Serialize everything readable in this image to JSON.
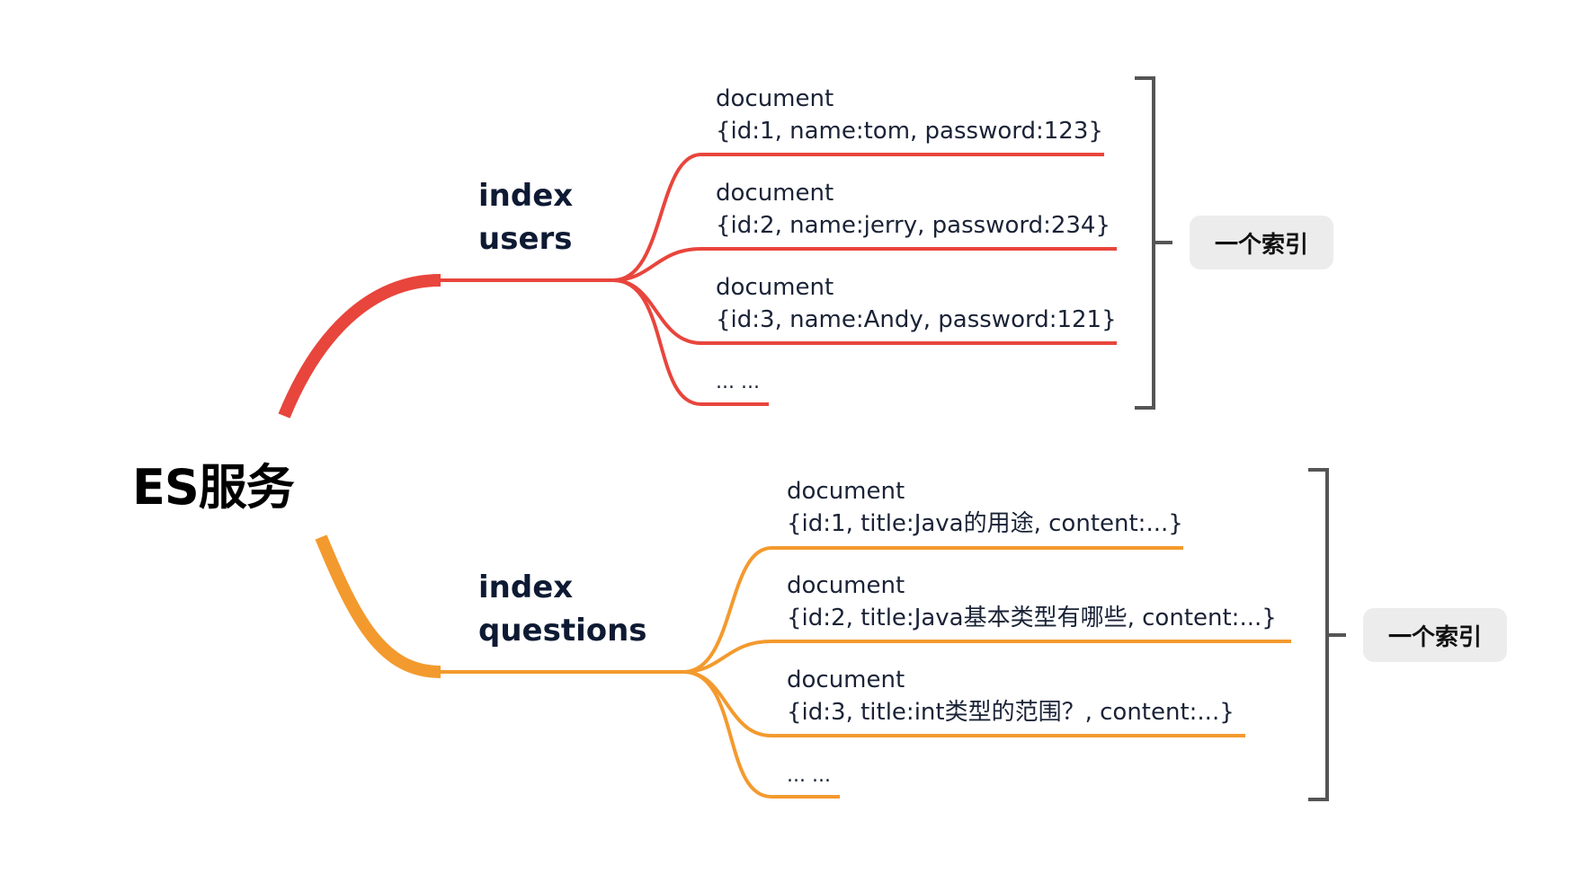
{
  "root": {
    "label": "ES服务"
  },
  "branches": [
    {
      "name": "users",
      "color": "#e8453c",
      "index_label": "index",
      "index_name": "users",
      "documents": [
        {
          "title": "document",
          "content": "{id:1, name:tom, password:123}"
        },
        {
          "title": "document",
          "content": "{id:2, name:jerry, password:234}"
        },
        {
          "title": "document",
          "content": "{id:3, name:Andy, password:121}"
        }
      ],
      "more": "... ...",
      "summary": "一个索引"
    },
    {
      "name": "questions",
      "color": "#f39a2e",
      "index_label": "index",
      "index_name": "questions",
      "documents": [
        {
          "title": "document",
          "content": "{id:1, title:Java的用途, content:...}"
        },
        {
          "title": "document",
          "content": "{id:2, title:Java基本类型有哪些, content:...}"
        },
        {
          "title": "document",
          "content": "{id:3, title:int类型的范围？, content:...}"
        }
      ],
      "more": "... ...",
      "summary": "一个索引"
    }
  ],
  "bracket_color": "#555555"
}
